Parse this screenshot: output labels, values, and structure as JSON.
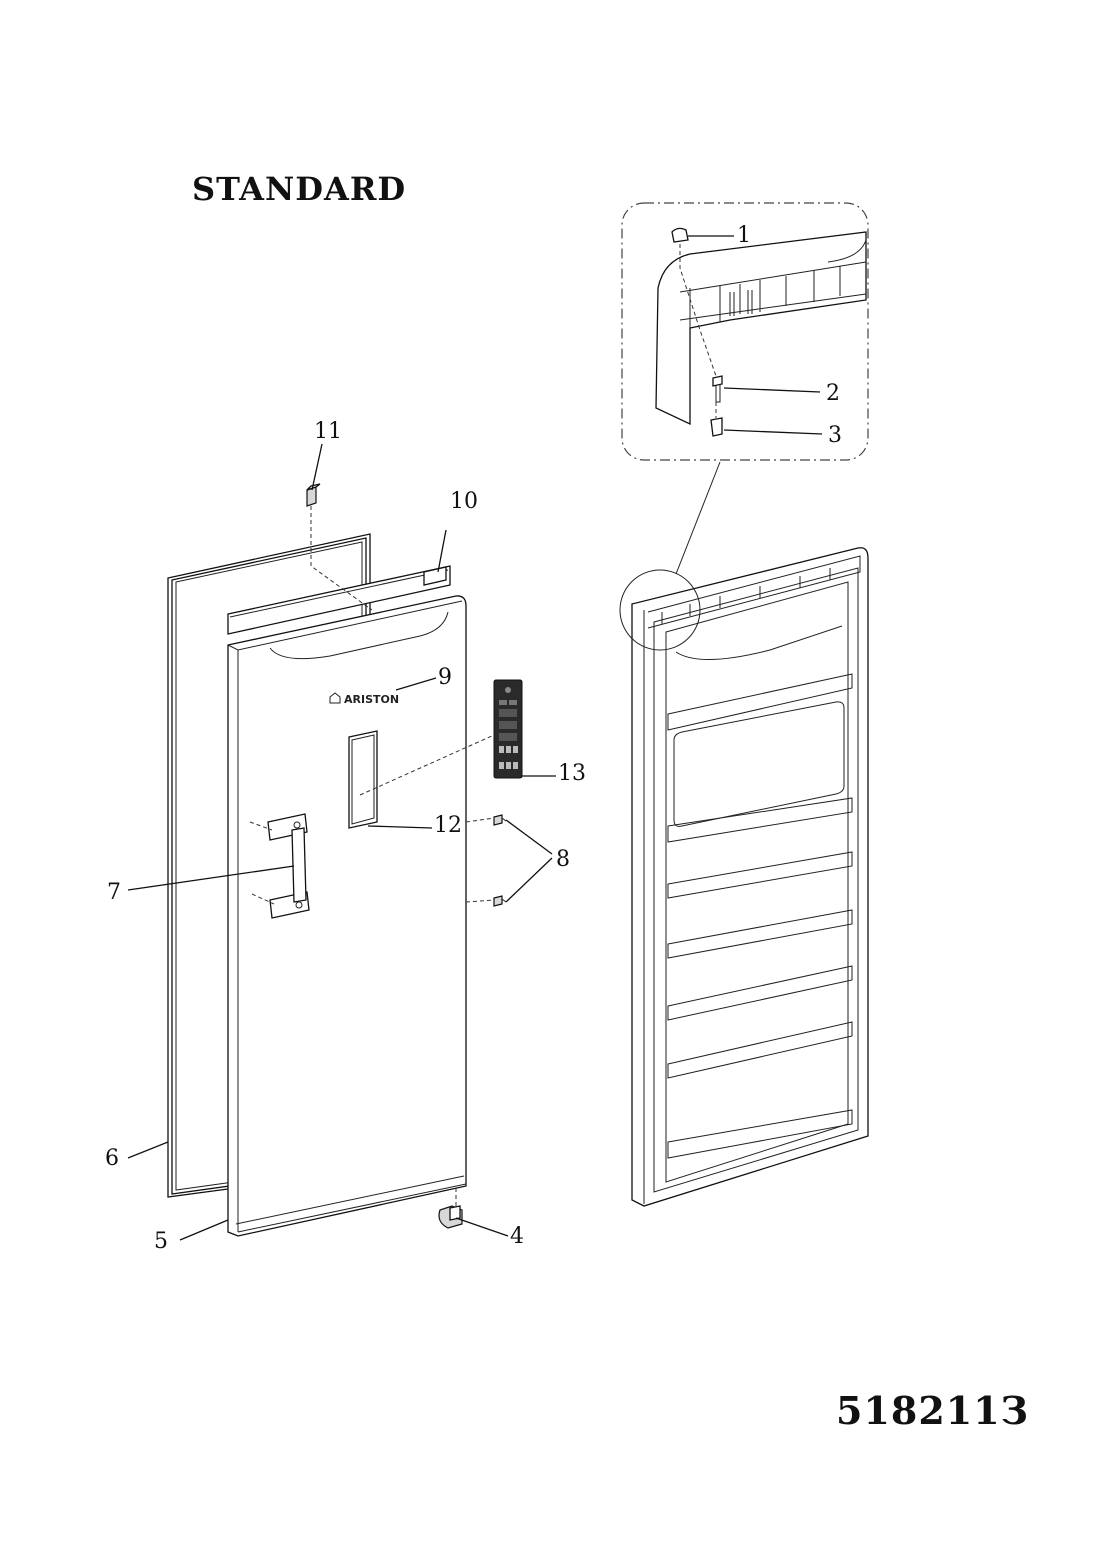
{
  "title": "STANDARD",
  "document_number": "518211З",
  "brand_logo": "ARISTON",
  "callouts": {
    "c1": "1",
    "c2": "2",
    "c3": "3",
    "c4": "4",
    "c5": "5",
    "c6": "6",
    "c7": "7",
    "c8": "8",
    "c9": "9",
    "c10": "10",
    "c11": "11",
    "c12": "12",
    "c13": "13"
  }
}
